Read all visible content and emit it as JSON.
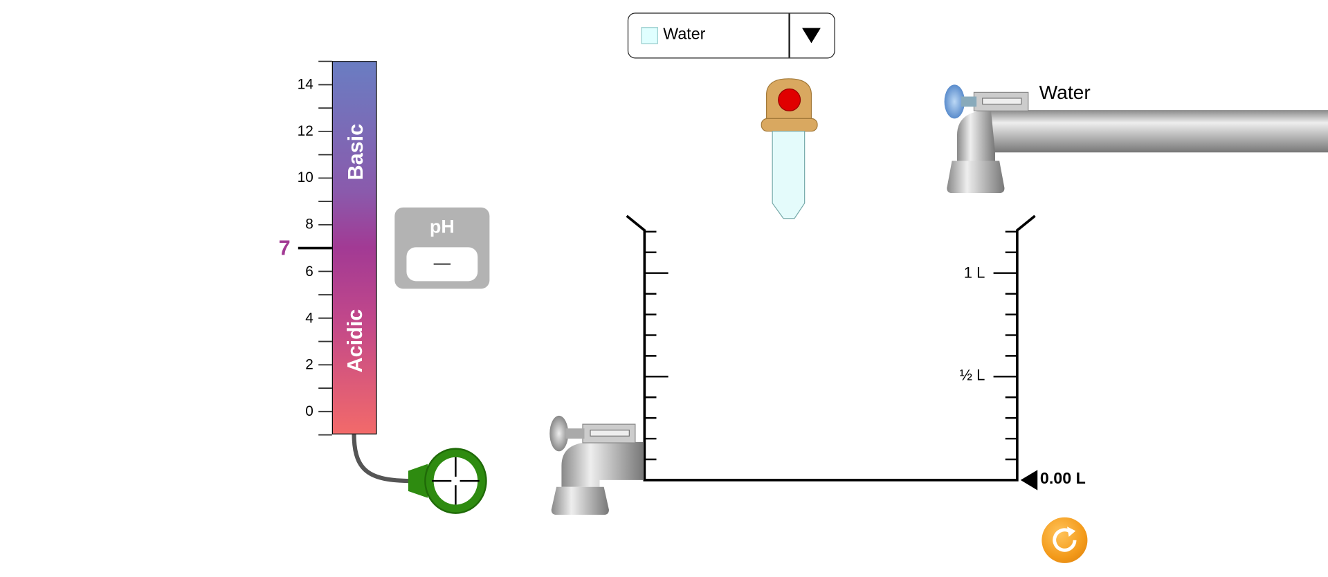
{
  "solute_selector": {
    "selected": "Water",
    "swatch_color": "#e0ffff",
    "icon": "triangle-down-icon"
  },
  "ph_meter": {
    "scale_labels": [
      "14",
      "12",
      "10",
      "8",
      "6",
      "4",
      "2",
      "0"
    ],
    "neutral_marker": "7",
    "basic_label": "Basic",
    "acidic_label": "Acidic",
    "readout_title": "pH",
    "readout_value": "—",
    "probe_icon": "probe-crosshair-icon"
  },
  "water_faucet": {
    "label": "Water"
  },
  "beaker": {
    "labels": {
      "one_liter": "1 L",
      "half_liter": "½ L"
    },
    "volume_readout": "0.00 L"
  },
  "colors": {
    "neutral_marker": "#a23a94",
    "probe": "#2e8b10",
    "reset": "#f39a1a"
  },
  "reset_icon": "reset-icon"
}
